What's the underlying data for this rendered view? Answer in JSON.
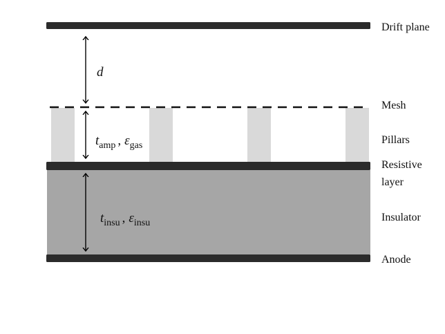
{
  "labels": {
    "drift_plane": "Drift plane",
    "mesh": "Mesh",
    "pillars": "Pillars",
    "resistive_line1": "Resistive",
    "resistive_line2": "layer",
    "insulator": "Insulator",
    "anode": "Anode"
  },
  "dims": {
    "drift_gap": "d",
    "amp": {
      "t": "t",
      "t_sub": "amp",
      "sep": ",",
      "eps": "ε",
      "eps_sub": "gas"
    },
    "insu": {
      "t": "t",
      "t_sub": "insu",
      "sep": ",",
      "eps": "ε",
      "eps_sub": "insu"
    }
  },
  "colors": {
    "electrode": "#2b2b2b",
    "insulator": "#a6a6a6",
    "pillar": "#d9d9d9",
    "text": "#111111"
  }
}
